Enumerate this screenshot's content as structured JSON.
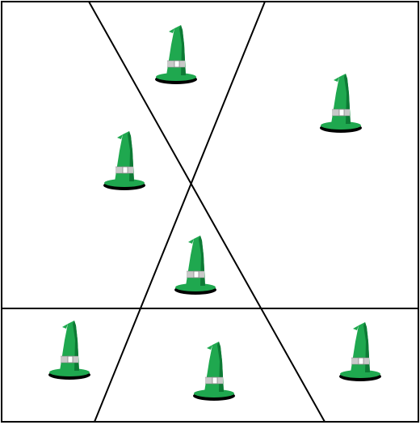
{
  "figure": {
    "background": "#ffffff",
    "line_color": "#000000"
  },
  "hat": {
    "icon": "witch-hat-icon",
    "color": "#1fa84f",
    "dark": "#0d7a35",
    "band": "#c8c8c8",
    "brim_shadow": "#000000"
  },
  "regions": [
    {
      "name": "region-top-left",
      "hats": 1
    },
    {
      "name": "region-top-center",
      "hats": 1
    },
    {
      "name": "region-top-right",
      "hats": 1
    },
    {
      "name": "region-center",
      "hats": 1
    },
    {
      "name": "region-bottom-left",
      "hats": 1
    },
    {
      "name": "region-bottom-center",
      "hats": 1
    },
    {
      "name": "region-bottom-right",
      "hats": 1
    }
  ]
}
